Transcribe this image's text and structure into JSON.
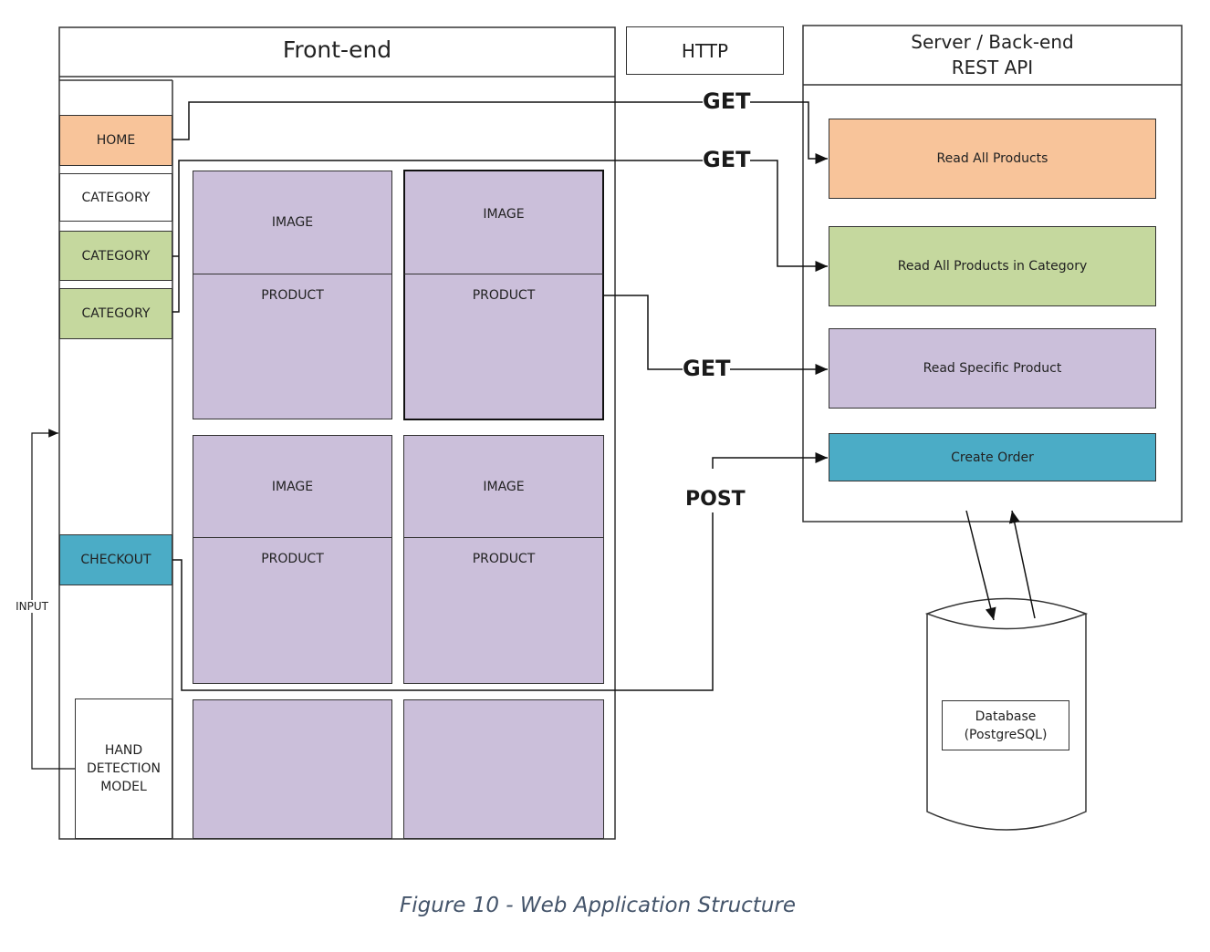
{
  "frontend": {
    "title": "Front-end",
    "nav": {
      "home": "HOME",
      "category_1": "CATEGORY",
      "category_2": "CATEGORY",
      "category_3": "CATEGORY",
      "checkout": "CHECKOUT"
    },
    "input_label": "INPUT",
    "hand_detection": "HAND\nDETECTION\nMODEL",
    "cards": [
      {
        "image": "IMAGE",
        "product": "PRODUCT"
      },
      {
        "image": "IMAGE",
        "product": "PRODUCT"
      },
      {
        "image": "IMAGE",
        "product": "PRODUCT"
      },
      {
        "image": "IMAGE",
        "product": "PRODUCT"
      }
    ]
  },
  "http": {
    "title": "HTTP",
    "verbs": {
      "get_1": "GET",
      "get_2": "GET",
      "get_3": "GET",
      "post": "POST"
    }
  },
  "server": {
    "title": "Server / Back-end\nREST API",
    "endpoints": {
      "read_all": "Read All Products",
      "read_category": "Read All Products in Category",
      "read_specific": "Read Specific Product",
      "create_order": "Create Order"
    }
  },
  "database": {
    "label": "Database\n(PostgreSQL)"
  },
  "caption": "Figure 10 - Web Application Structure",
  "colors": {
    "home": "#f8c49a",
    "category": "#c5d89e",
    "product": "#cbbfda",
    "checkout": "#4bacc6",
    "caption": "#44546a"
  }
}
